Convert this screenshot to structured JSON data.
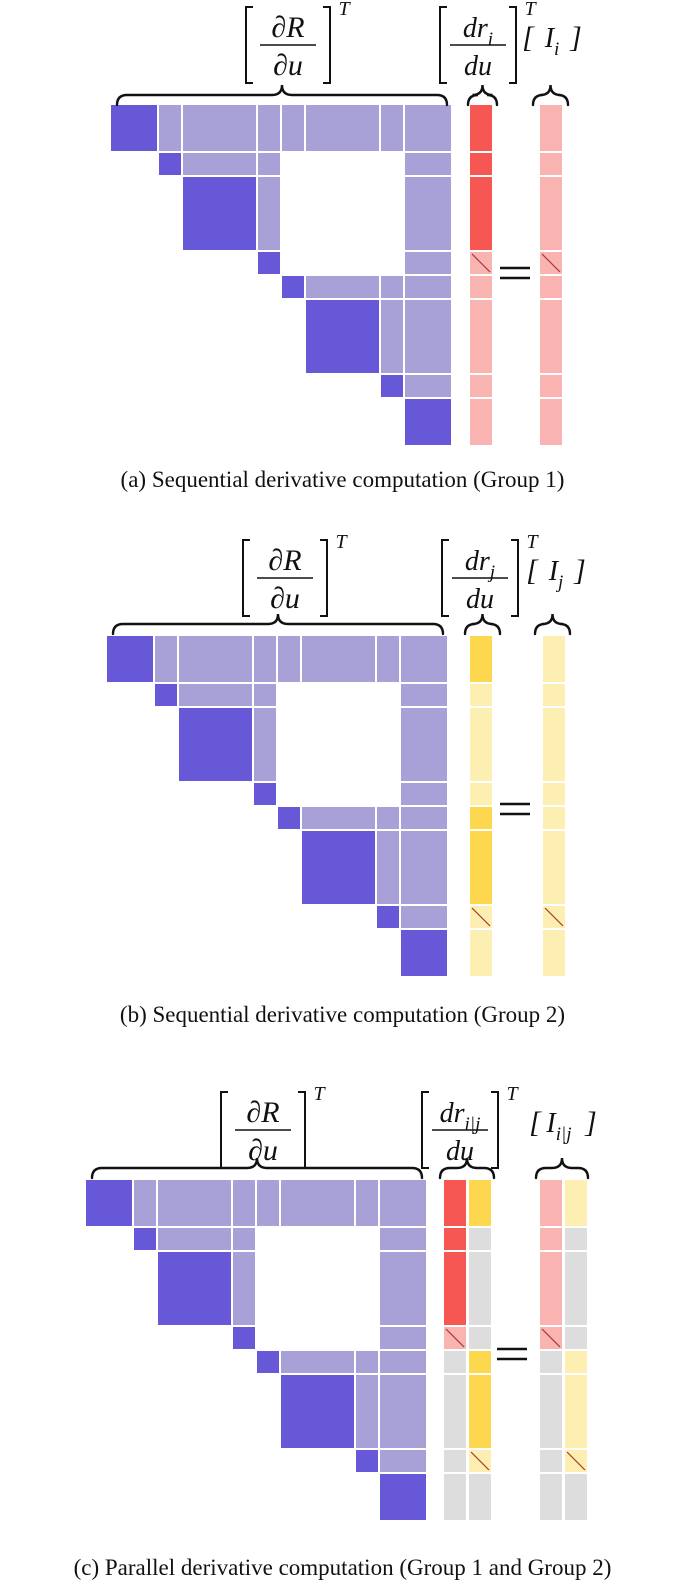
{
  "colors": {
    "dark_blue": "#6658d6",
    "light_blue": "#a8a1d8",
    "red": "#f75752",
    "light_red": "#f9b4b2",
    "yellow": "#fdd84e",
    "light_yellow": "#fdeeb1",
    "gray": "#dddddd",
    "grid": "#ffffff",
    "ink": "#111111"
  },
  "panels": [
    {
      "caption": "(a) Sequential derivative computation (Group 1)",
      "labels": {
        "matrix": "∂R/∂u",
        "vector": "dr_i/du",
        "rhs": "I_i",
        "transpose": "T",
        "equals": "="
      }
    },
    {
      "caption": "(b) Sequential derivative computation (Group 2)",
      "labels": {
        "matrix": "∂R/∂u",
        "vector": "dr_j/du",
        "rhs": "I_j",
        "transpose": "T",
        "equals": "="
      }
    },
    {
      "caption": "(c) Parallel derivative computation (Group 1 and Group 2)",
      "labels": {
        "matrix": "∂R/∂u",
        "vector": "dr_i|j/du",
        "rhs": "I_i|j",
        "transpose": "T",
        "equals": "="
      }
    }
  ]
}
